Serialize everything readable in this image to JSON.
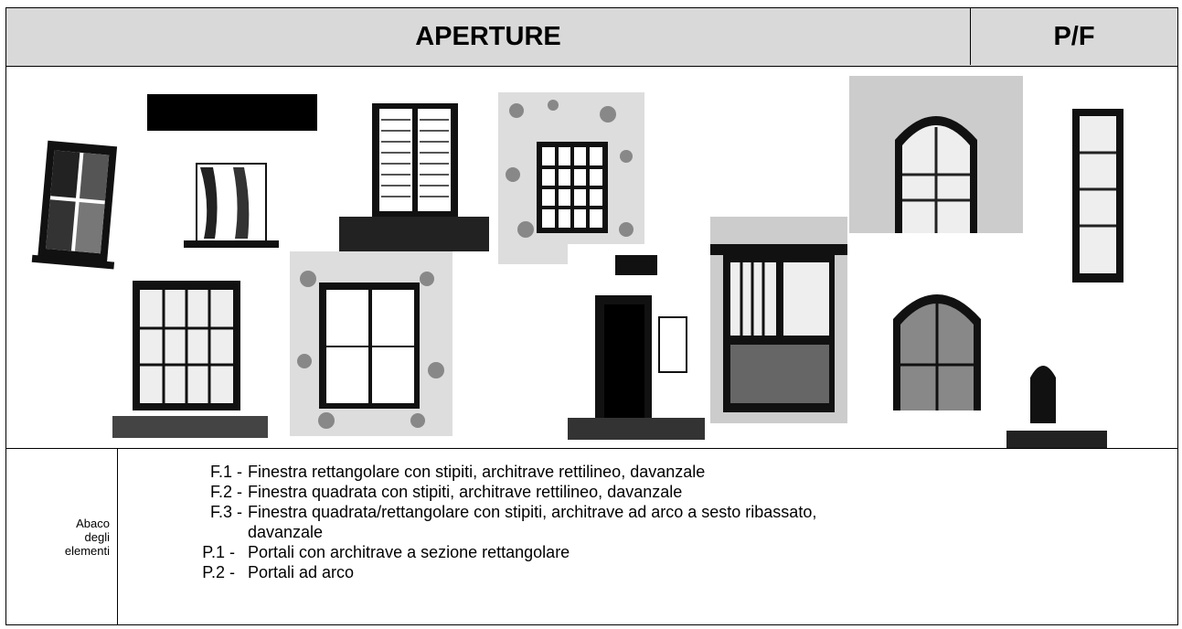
{
  "header": {
    "title": "APERTURE",
    "code": "P/F"
  },
  "legend": {
    "label_lines": [
      "Abaco",
      "degli",
      "elementi"
    ],
    "items": [
      {
        "code": "F.1 -",
        "text": "Finestra rettangolare con stipiti, architrave rettilineo, davanzale"
      },
      {
        "code": "F.2 -",
        "text": "Finestra quadrata con stipiti, architrave rettilineo, davanzale"
      },
      {
        "code": "F.3 -",
        "text": "Finestra quadrata/rettangolare con stipiti, architrave ad arco a sesto ribassato,",
        "cont": "davanzale"
      },
      {
        "code": "P.1 -",
        "text": "Portali con architrave  a sezione rettangolare"
      },
      {
        "code": "P.2 -",
        "text": "Portali ad arco"
      }
    ]
  }
}
